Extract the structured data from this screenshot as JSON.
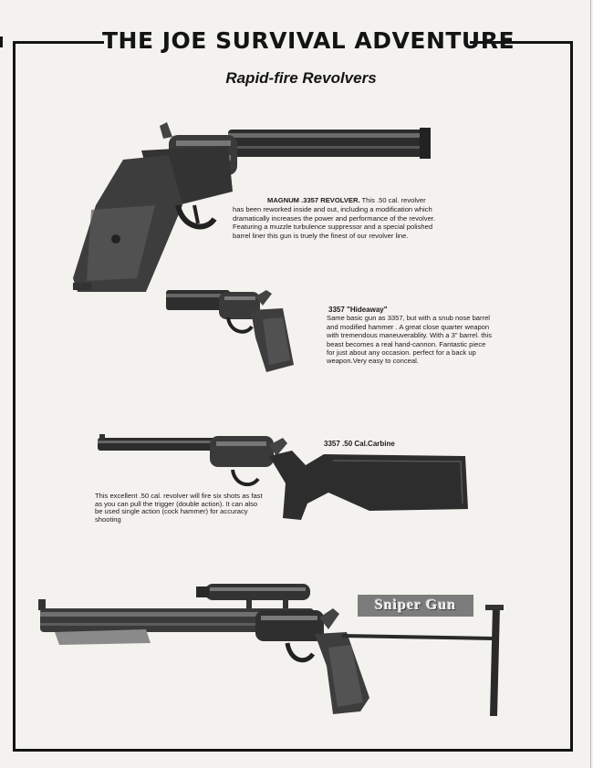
{
  "header": {
    "title": "THE JOE SURVIVAL ADVENTURE",
    "subtitle": "Rapid-fire Revolvers"
  },
  "items": {
    "magnum": {
      "title": "MAGNUM .3357  REVOLVER.",
      "lines": [
        "This .50 cal. revolver",
        "has been reworked inside and out, including a modification which",
        "dramatically increases the power and performance of the revolver.",
        "Featuring a muzzle turbulence suppressor  and a special polished",
        "barrel liner this gun is truely the finest of our revolver line."
      ]
    },
    "hideaway": {
      "title": "3357 \"Hideaway\"",
      "lines": [
        "Same basic gun as 3357, but with a snub nose barrel",
        "and modified hammer .  A great close quarter weapon",
        "with tremendous maneuverablity.  With a 3\" barrel. this",
        "beast becomes a real hand-cannon.  Fantastic piece",
        "for just about any occasion. perfect for a back up",
        "weapon.Very easy to conceal."
      ]
    },
    "carbine": {
      "title": "3357 .50 Cal.Carbine",
      "lines": [
        "This excellent .50 cal. revolver will fire six shots as fast",
        "as you can pull the trigger (double action).  It can also",
        "be used single action (cock hammer) for accuracy",
        "shooting"
      ]
    },
    "sniper": {
      "label": "Sniper Gun"
    }
  },
  "colors": {
    "paper": "#f4f2ee",
    "ink": "#141414",
    "gun_dark": "#2a2a2a",
    "gun_mid": "#4a4a4a"
  }
}
